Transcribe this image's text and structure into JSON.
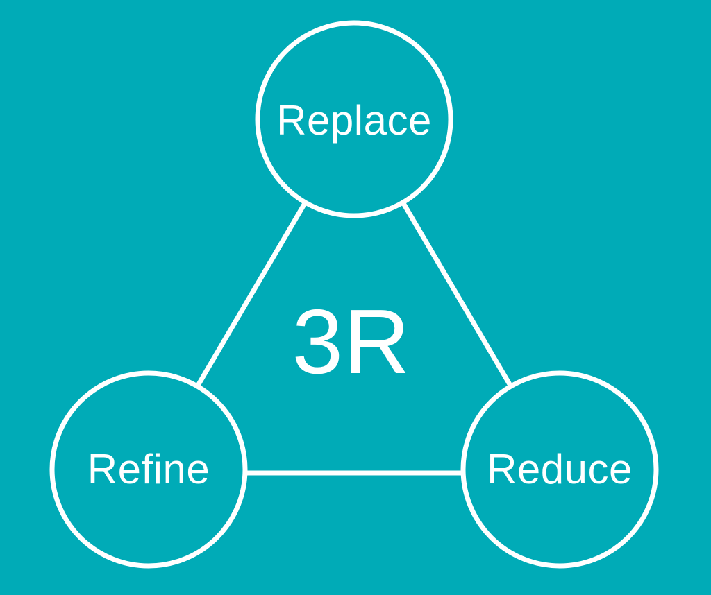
{
  "diagram": {
    "center_label": "3R",
    "nodes": [
      {
        "id": "replace",
        "label": "Replace",
        "position": "top"
      },
      {
        "id": "refine",
        "label": "Refine",
        "position": "bottom-left"
      },
      {
        "id": "reduce",
        "label": "Reduce",
        "position": "bottom-right"
      }
    ],
    "connectors": [
      {
        "from": "replace",
        "to": "refine"
      },
      {
        "from": "replace",
        "to": "reduce"
      },
      {
        "from": "refine",
        "to": "reduce"
      }
    ],
    "colors": {
      "background": "#00abb7",
      "circle_fill": "#00abb7",
      "stroke": "#ffffff",
      "text": "#ffffff"
    }
  }
}
